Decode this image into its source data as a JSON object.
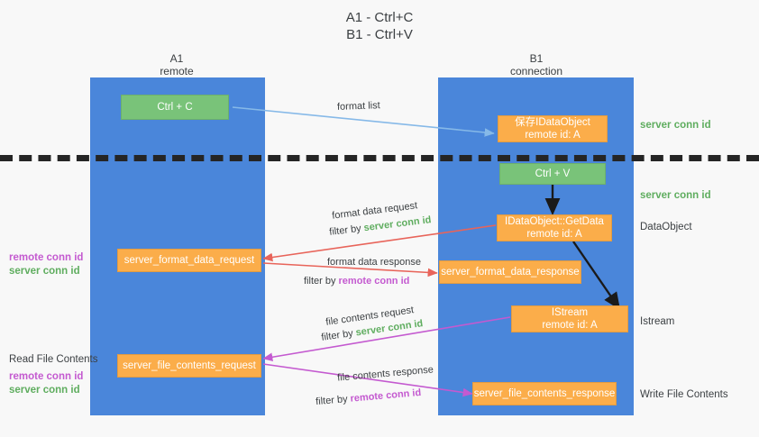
{
  "title": "A1 - Ctrl+C\nB1 - Ctrl+V",
  "columns": [
    {
      "name": "A1",
      "sub": "remote"
    },
    {
      "name": "B1",
      "sub": "connection"
    }
  ],
  "boxes": {
    "ctrl_c": {
      "line1": "Ctrl + C",
      "line2": ""
    },
    "idataobject_top": {
      "line1": "保存IDataObject",
      "line2": "remote id: A"
    },
    "ctrl_v": {
      "line1": "Ctrl + V",
      "line2": ""
    },
    "getdata": {
      "line1": "IDataObject::GetData",
      "line2": "remote id: A"
    },
    "format_data_request": {
      "line1": "server_format_data_request",
      "line2": ""
    },
    "format_data_response": {
      "line1": "server_format_data_response",
      "line2": ""
    },
    "istream": {
      "line1": "IStream",
      "line2": "remote id: A"
    },
    "file_contents_request": {
      "line1": "server_file_contents_request",
      "line2": ""
    },
    "file_contents_response": {
      "line1": "server_file_contents_response",
      "line2": ""
    }
  },
  "right_labels": {
    "server_conn_id_top": "server conn id",
    "server_conn_id_mid": "server conn id",
    "dataobject": "DataObject",
    "istream": "Istream",
    "write_file_contents": "Write File Contents"
  },
  "left_labels": {
    "remote_conn_id_1": "remote conn id",
    "server_conn_id_1": "server conn id",
    "read_file_contents": "Read File Contents",
    "remote_conn_id_2": "remote conn id",
    "server_conn_id_2": "server conn id"
  },
  "edges": {
    "format_list": "format list",
    "format_data_request_l1": "format data request",
    "format_data_request_l2_pre": "filter by ",
    "format_data_request_l2_key": "server conn id",
    "format_data_response_l1": "format data response",
    "format_data_response_l2_pre": "filter by ",
    "format_data_response_l2_key": "remote conn id",
    "file_contents_request_l1": "file contents request",
    "file_contents_request_l2_pre": "filter by ",
    "file_contents_request_l2_key": "server conn id",
    "file_contents_response_l1": "file contents response",
    "file_contents_response_l2_pre": "filter by ",
    "file_contents_response_l2_key": "remote conn id"
  },
  "colors": {
    "lane": "#4a86da",
    "box_orange": "#fbad4a",
    "box_green": "#79c379",
    "green_text": "#5fad5f",
    "pink_text": "#c45ad0",
    "arrow_blue": "#86b9e8",
    "arrow_red": "#e8645a",
    "arrow_magenta": "#c45ad0",
    "arrow_black": "#1a1a1a",
    "dash_line": "#252525",
    "background": "#f8f8f8"
  }
}
